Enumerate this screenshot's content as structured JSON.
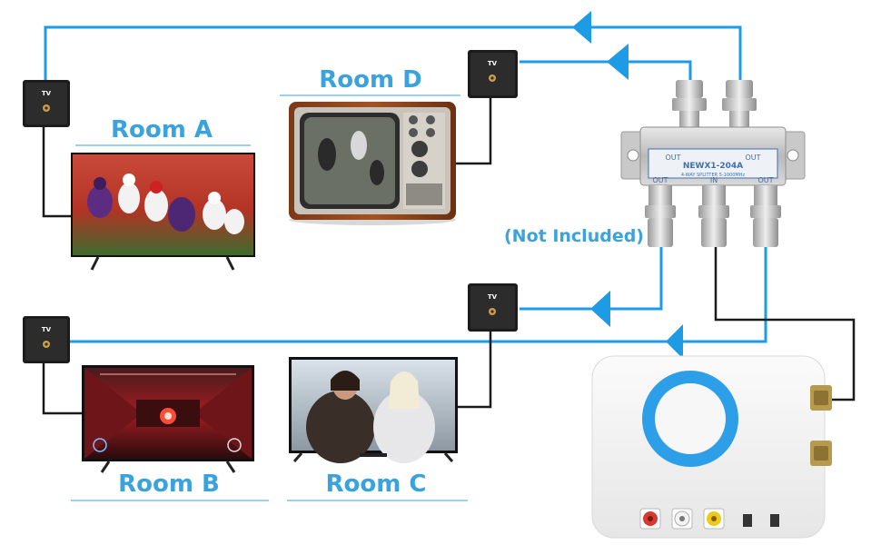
{
  "colors": {
    "label": "#3aa3dd",
    "wire_blue": "#1d9be4",
    "wire_black": "#1a1a1a",
    "modem_ring": "#2d9fe8"
  },
  "rooms": {
    "room_a": "Room A",
    "room_b": "Room B",
    "room_c": "Room C",
    "room_d": "Room D"
  },
  "note": "(Not Included)",
  "wall_plate_label": "TV",
  "splitter": {
    "model": "NEWX1-204A",
    "subtitle": "4-WAY SPLITTER 5-1000MHz",
    "out_label": "OUT",
    "in_label": "IN"
  },
  "icons": {
    "arrow": "triangle-left-arrow-icon",
    "wall_plate": "coax-wall-plate-icon"
  }
}
